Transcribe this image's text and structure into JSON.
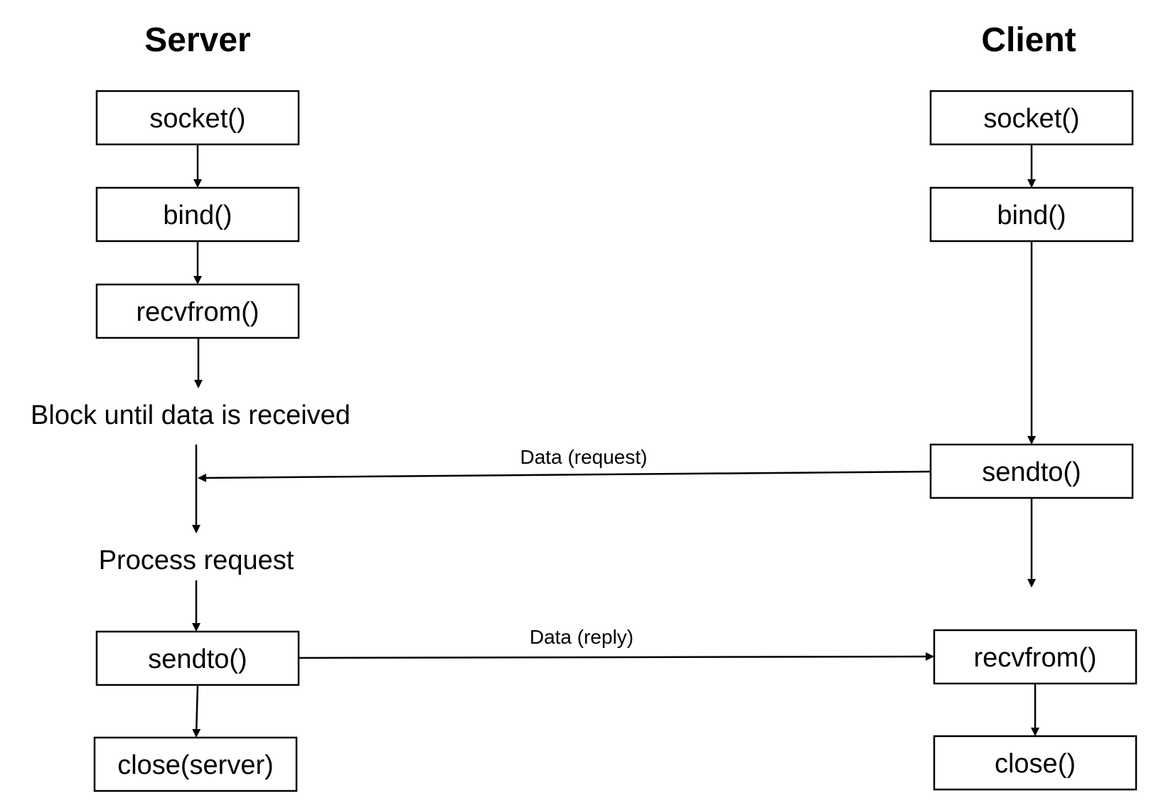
{
  "server": {
    "title": "Server",
    "steps": {
      "socket": "socket()",
      "bind": "bind()",
      "recvfrom": "recvfrom()",
      "block": "Block until data is received",
      "process": "Process request",
      "sendto": "sendto()",
      "close": "close(server)"
    }
  },
  "client": {
    "title": "Client",
    "steps": {
      "socket": "socket()",
      "bind": "bind()",
      "sendto": "sendto()",
      "recvfrom": "recvfrom()",
      "close": "close()"
    }
  },
  "messages": {
    "request": "Data (request)",
    "reply": "Data (reply)"
  }
}
